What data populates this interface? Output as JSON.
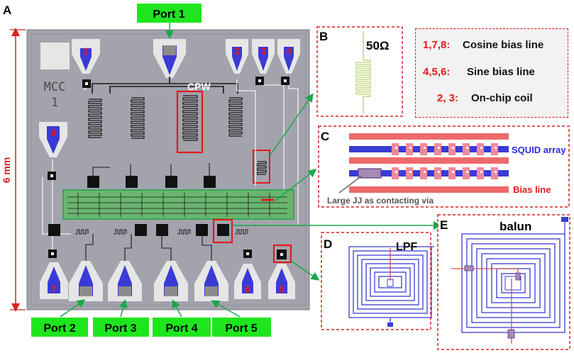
{
  "panels": {
    "a": "A",
    "b": "B",
    "c": "C",
    "d": "D",
    "e": "E"
  },
  "ports": {
    "p1": "Port 1",
    "p2": "Port 2",
    "p3": "Port 3",
    "p4": "Port 4",
    "p5": "Port 5"
  },
  "scale_label": "6 mm",
  "chip_label": {
    "line1": "MCC",
    "line2": "1"
  },
  "cpw_label": "CPW",
  "pad_numbers": [
    "1",
    "2",
    "3",
    "4",
    "5",
    "6",
    "7",
    "8"
  ],
  "panel_b": {
    "label": "50Ω"
  },
  "legend": [
    {
      "key": "1,7,8:",
      "text": "Cosine bias line"
    },
    {
      "key": "4,5,6:",
      "text": "Sine bias line"
    },
    {
      "key": "2, 3:",
      "text": "On-chip coil"
    }
  ],
  "panel_c": {
    "squid_label": "SQUID array",
    "bias_label": "Bias line",
    "jj_label": "Large JJ as contacting via"
  },
  "panel_d": {
    "label": "LPF"
  },
  "panel_e": {
    "label": "balun"
  },
  "colors": {
    "port_green": "#1ee61e",
    "highlight_red": "#e01b1b",
    "chip_grey": "#a3a3ad",
    "pad_blue": "#3a3ad6",
    "arrow_green": "#1aa84a"
  }
}
